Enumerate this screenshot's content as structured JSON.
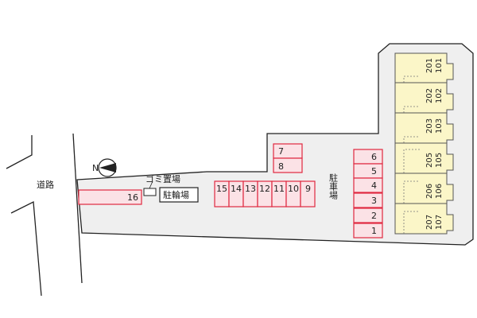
{
  "road_label": "道路",
  "parking_label": "駐車場",
  "garbage_label": "ゴミ置場",
  "bicycle_label": "駐輪場",
  "compass_label": "N",
  "stalls": {
    "right_column": [
      "6",
      "5",
      "4",
      "3",
      "2",
      "1"
    ],
    "upper_pair": [
      "7",
      "8"
    ],
    "middle_row": [
      "15",
      "14",
      "13",
      "12",
      "11",
      "10",
      "9"
    ],
    "left": [
      "16"
    ]
  },
  "units": [
    {
      "upper": "201",
      "lower": "101"
    },
    {
      "upper": "202",
      "lower": "102"
    },
    {
      "upper": "203",
      "lower": "103"
    },
    {
      "upper": "205",
      "lower": "105"
    },
    {
      "upper": "206",
      "lower": "106"
    },
    {
      "upper": "207",
      "lower": "107"
    }
  ]
}
